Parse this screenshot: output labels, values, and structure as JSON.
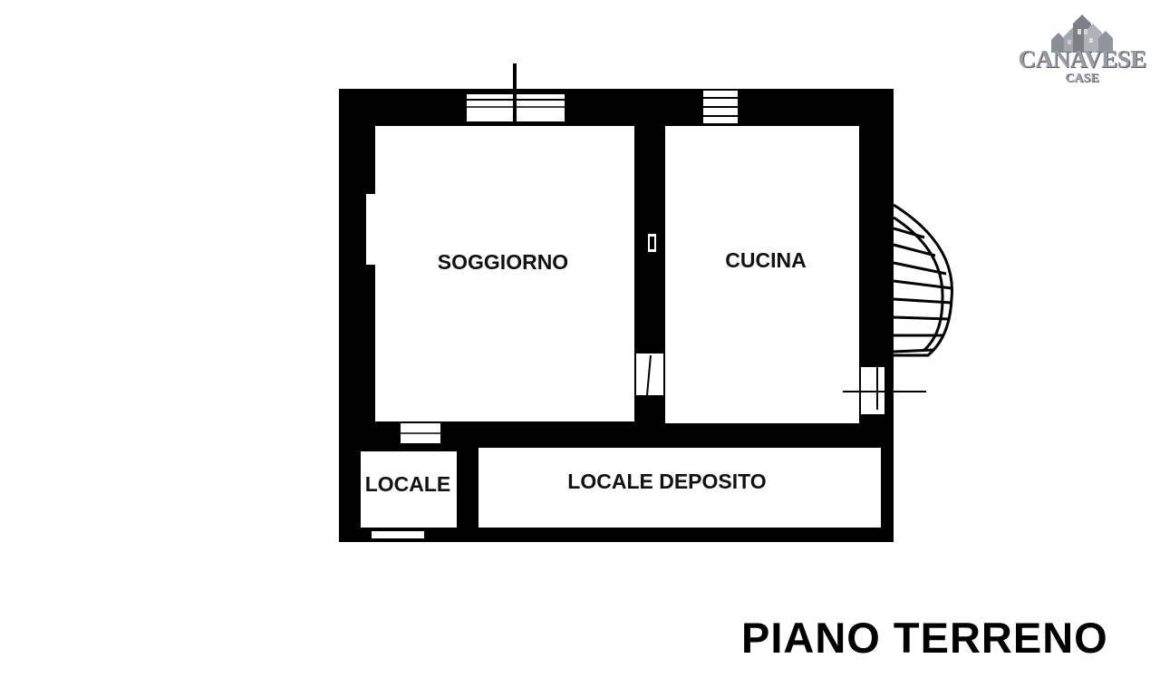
{
  "plan": {
    "title": "PIANO TERRENO",
    "rooms": [
      {
        "id": "soggiorno",
        "label": "SOGGIORNO"
      },
      {
        "id": "cucina",
        "label": "CUCINA"
      },
      {
        "id": "locale",
        "label": "LOCALE"
      },
      {
        "id": "locale-deposito",
        "label": "LOCALE DEPOSITO"
      }
    ]
  },
  "logo": {
    "name": "CANAVESE",
    "subtitle": "CASE",
    "icon": "houses-icon"
  },
  "colors": {
    "wall": "#000000",
    "background": "#ffffff",
    "logo_gray": "#9a9ca3"
  }
}
